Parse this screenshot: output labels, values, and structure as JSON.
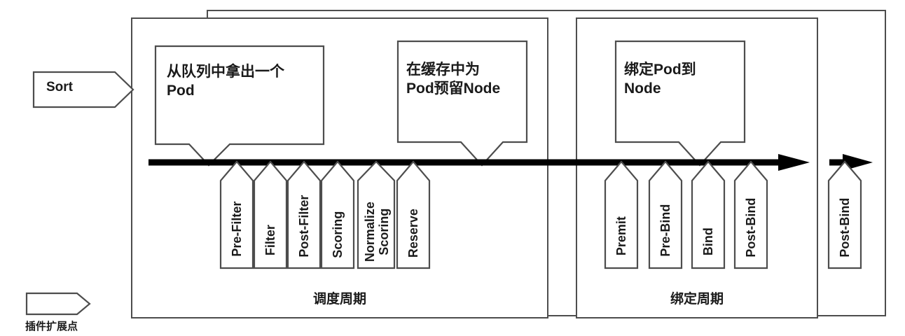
{
  "diagram": {
    "title": "Kubernetes Scheduling Framework Extension Points",
    "colors": {
      "stroke": "#4d4d4d",
      "arrow": "#000000",
      "text": "#1a1a1a",
      "background": "#ffffff"
    }
  },
  "entry": {
    "label": "Sort",
    "shape": "pentagon-arrow-right"
  },
  "callouts": [
    {
      "id": "dequeue-pod",
      "text": "从队列中拿出一个\nPod"
    },
    {
      "id": "reserve-node",
      "text": "在缓存中为\nPod预留Node"
    },
    {
      "id": "bind-pod-node",
      "text": "绑定Pod到\nNode"
    }
  ],
  "cycles": [
    {
      "id": "scheduling-cycle",
      "label": "调度周期"
    },
    {
      "id": "binding-cycle",
      "label": "绑定周期"
    }
  ],
  "scheduling_plugins": [
    {
      "id": "pre-filter",
      "label": "Pre-Filter"
    },
    {
      "id": "filter",
      "label": "Filter"
    },
    {
      "id": "post-filter",
      "label": "Post-Filter"
    },
    {
      "id": "scoring",
      "label": "Scoring"
    },
    {
      "id": "normalize-scoring",
      "label": "Normalize\nScoring"
    },
    {
      "id": "reserve",
      "label": "Reserve"
    }
  ],
  "binding_plugins": [
    {
      "id": "premit",
      "label": "Premit"
    },
    {
      "id": "pre-bind",
      "label": "Pre-Bind"
    },
    {
      "id": "bind",
      "label": "Bind"
    },
    {
      "id": "post-bind",
      "label": "Post-Bind"
    }
  ],
  "trailing_plugins": [
    {
      "id": "post-bind-outer",
      "label": "Post-Bind"
    }
  ],
  "legend": {
    "label": "插件扩展点",
    "shape": "pentagon-arrow-right"
  }
}
